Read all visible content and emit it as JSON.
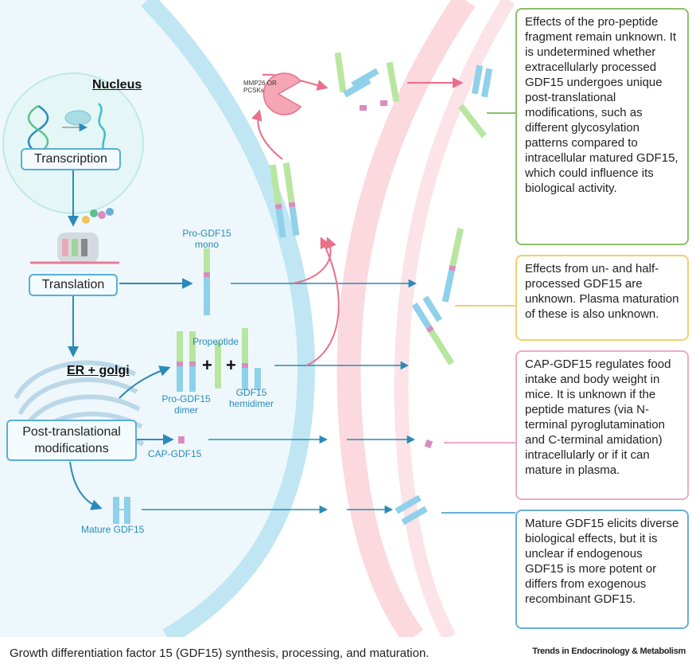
{
  "labels": {
    "nucleus": "Nucleus",
    "er_golgi": "ER + golgi",
    "transcription": "Transcription",
    "translation": "Translation",
    "post_translational": "Post-translational modifications",
    "pro_gdf15_mono": "Pro-GDF15 mono",
    "propeptide": "Propeptide",
    "pro_gdf15_dimer": "Pro-GDF15 dimer",
    "gdf15_hemidimer": "GDF15 hemidimer",
    "cap_gdf15": "CAP-GDF15",
    "mature_gdf15": "Mature GDF15",
    "enzymes": "MMP26 OR PCSKs",
    "plus": "+"
  },
  "boxes": {
    "propeptide_effects": "Effects of the pro-peptide fragment remain unknown. It is undetermined whether extracellularly processed GDF15 undergoes unique post-translational modifications, such as different glycosylation patterns compared to intracellular matured GDF15, which could influence its biological activity.",
    "unprocessed_effects": "Effects from un- and half-processed GDF15 are unknown. Plasma maturation of these is also unknown.",
    "cap_gdf15_effects": "CAP-GDF15 regulates food intake and body weight in mice. It is unknown if the peptide matures (via N-terminal pyroglutamination and C-terminal amidation) intracellularly or if it can mature in plasma.",
    "mature_effects": "Mature GDF15 elicits diverse biological effects, but it is unclear if endogenous GDF15 is more potent or differs from exogenous recombinant GDF15."
  },
  "caption": "Growth differentiation factor 15 (GDF15) synthesis, processing, and maturation.",
  "journal": "Trends in Endocrinology & Metabolism",
  "colors": {
    "green_border": "#8cbf6a",
    "yellow_border": "#f2cf72",
    "pink_border": "#ecaac8",
    "blue_border": "#6aaed6",
    "propeptide": "#b8e6a0",
    "mature": "#8fd0ea",
    "cleavage": "#d98cc0",
    "cell_membrane": "#bfe6f2",
    "vessel": "#f8c8cf",
    "arrow_blue": "#2a8ab8",
    "arrow_pink": "#e8708a"
  }
}
